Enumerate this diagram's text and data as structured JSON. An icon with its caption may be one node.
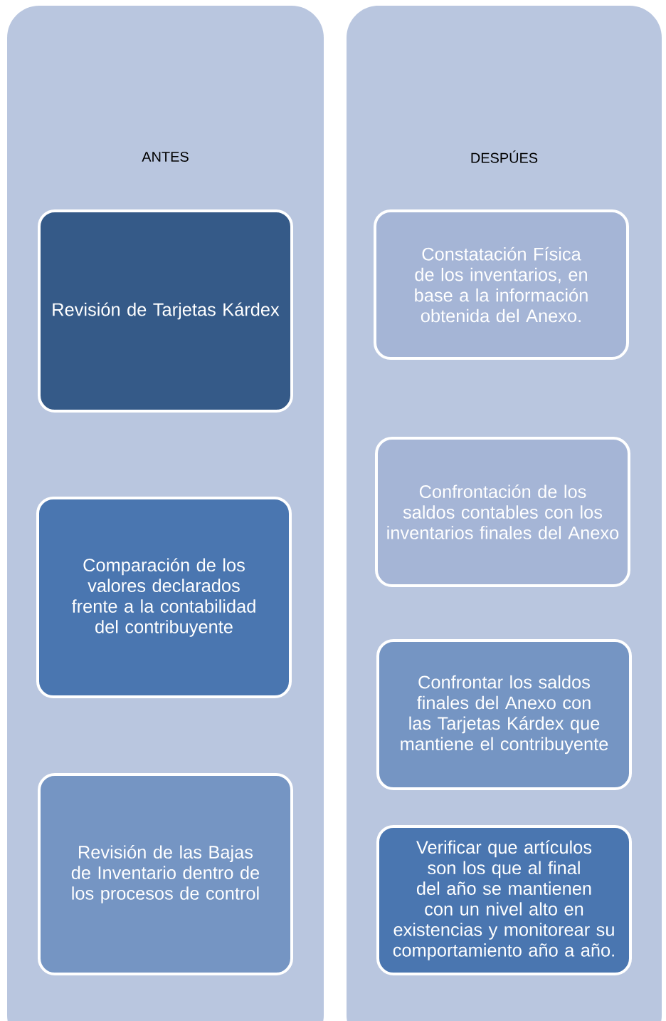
{
  "diagram": {
    "nodes": [
      {
        "text": [
          "ANTES"
        ]
      },
      {
        "text": [
          "Revisión de Tarjetas Kárdex"
        ],
        "in": 0
      },
      {
        "text": [
          "Comparación de los valores declarados frente a la contabilidad del contribuyente"
        ],
        "in": 0
      },
      {
        "text": [
          "Revisión de las Bajas de Inventario dentro de los procesos de control"
        ],
        "in": 0
      },
      {
        "text": [
          "DESPÚES"
        ]
      },
      {
        "text": [
          "Constatación Física de los inventarios, en base a la información  obtenida del Anexo."
        ],
        "in": 4
      },
      {
        "text": [
          "Confrontación de los saldos contables con los inventarios finales del Anexo"
        ],
        "in": 4
      },
      {
        "text": [
          "Confrontar los saldos finales del Anexo con  las Tarjetas Kárdex que mantiene el contribuyente"
        ],
        "in": 4
      },
      {
        "text": [
          "Verificar  que artículos son los que  al final del año  se mantienen con un nivel alto en existencias y monitorear su comportamiento año a año."
        ],
        "in": 4
      }
    ]
  }
}
